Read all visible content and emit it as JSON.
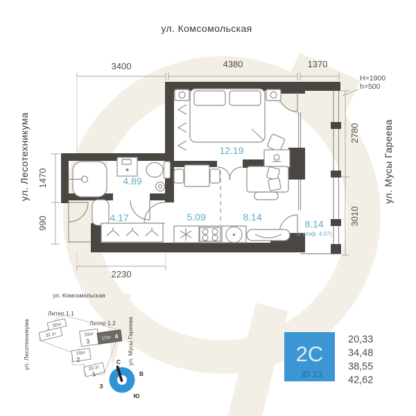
{
  "plan": {
    "street_top": "ул. Комсомольская",
    "street_left": "ул. Лесотехникума",
    "street_right": "ул. Мусы Гареева",
    "dim_top_1": "3400",
    "dim_top_2": "4380",
    "dim_top_3": "1370",
    "dim_left_1": "1470",
    "dim_left_2": "990",
    "dim_right_1": "2780",
    "dim_right_2": "3010",
    "dim_bottom": "2230",
    "note_h1": "H=1900",
    "note_h2": "h=500",
    "room_bedroom": "12.19",
    "room_bath": "4.89",
    "room_hall": "4.17",
    "room_kitchen": "5.09",
    "room_living": "8.14",
    "room_balcony": "8.14",
    "room_balcony_note": "(с коэф. 4.07)"
  },
  "minimap": {
    "street_top": "ул. Комсомольская",
    "street_left": "ул. Лесотехникума",
    "street_right": "ул. Мусы Гареева",
    "liter1": "Литер 1.1",
    "liter2": "Литер 1.2",
    "buildings": [
      {
        "floors": "30эт",
        "num": ""
      },
      {
        "floors": "32 эт",
        "num": ""
      },
      {
        "floors": "24эт",
        "num": "3"
      },
      {
        "floors": "17эт",
        "num": "4"
      },
      {
        "floors": "20эт",
        "num": "2"
      },
      {
        "floors": "20 эт",
        "num": "1"
      }
    ],
    "compass": {
      "n": "С",
      "e": "В",
      "w": "З",
      "s": "Ю"
    }
  },
  "summary": {
    "badge": "2С",
    "badge_id": "ID 13",
    "areas": [
      "20,33",
      "34,48",
      "38,55",
      "42,62"
    ]
  },
  "colors": {
    "wall": "#4a4742",
    "room_label_teal": "#5fa9c6",
    "badge_blue": "#3b96d3",
    "compass_blue": "#2f93d5",
    "watermark_beige": "#f4efe6"
  }
}
